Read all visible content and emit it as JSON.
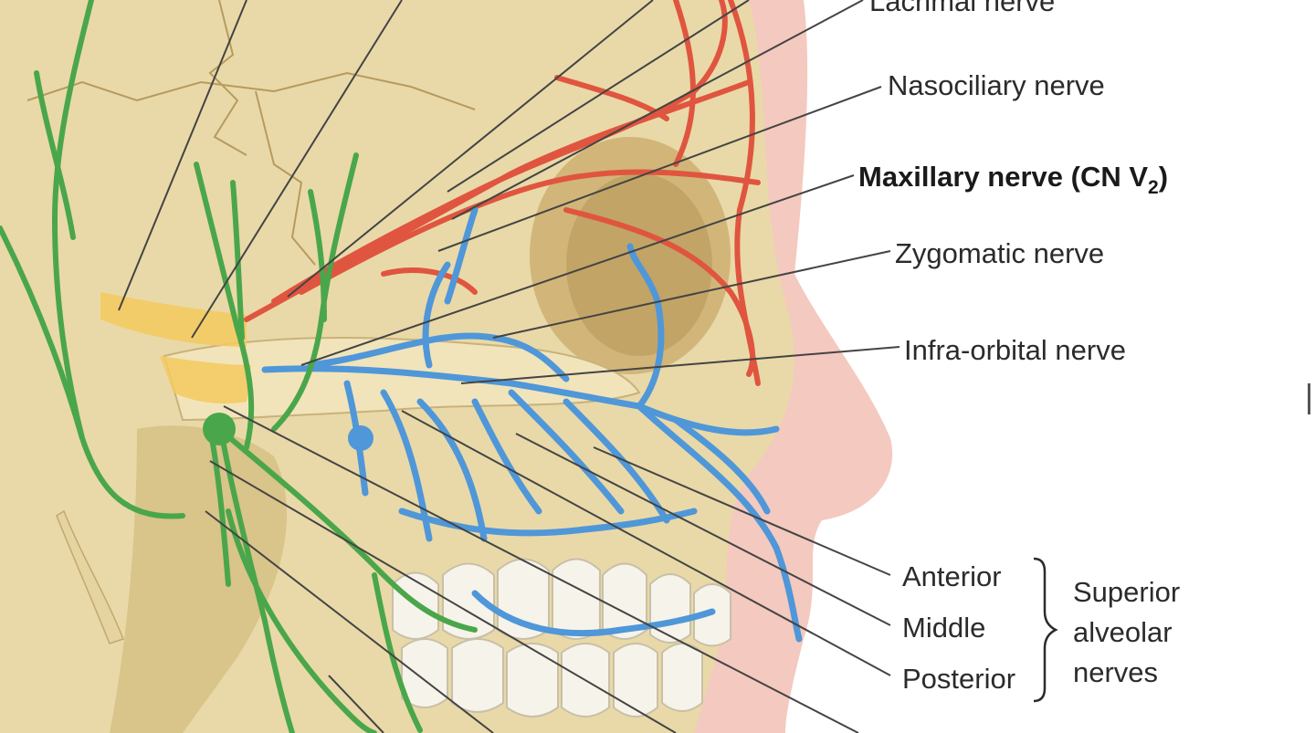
{
  "labels": {
    "lacrimal": "Lacrimal nerve",
    "nasociliary": "Nasociliary nerve",
    "maxillary_main": "Maxillary nerve (CN V",
    "maxillary_sub": "2",
    "maxillary_close": ")",
    "zygomatic": "Zygomatic nerve",
    "infraorbital": "Infra-orbital nerve",
    "anterior": "Anterior",
    "middle": "Middle",
    "posterior": "Posterior",
    "superior": "Superior",
    "alveolar": "alveolar",
    "nerves": "nerves"
  },
  "colors": {
    "bone": "#e9d9a8",
    "bone_shadow": "#c9b27a",
    "skin": "#f4c9bf",
    "artery_red": "#e0553f",
    "nerve_blue": "#4f97d8",
    "nerve_green": "#4aa64a",
    "leader": "#444444",
    "tooth": "#f6f3ea"
  }
}
